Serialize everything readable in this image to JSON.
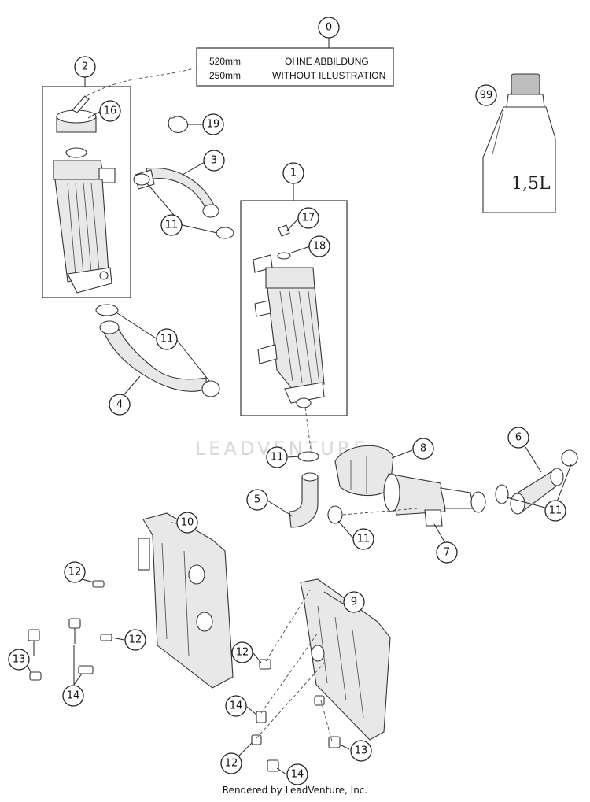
{
  "note": {
    "callout": "0",
    "lines": [
      {
        "length": "520mm",
        "text": "OHNE ABBILDUNG"
      },
      {
        "length": "250mm",
        "text": "WITHOUT ILLUSTRATION"
      }
    ]
  },
  "bottle_label": "1,5L",
  "watermark": "LEADVENTURE",
  "footer": "Rendered by LeadVenture, Inc.",
  "callouts": [
    {
      "id": "c0",
      "label": "0"
    },
    {
      "id": "c2",
      "label": "2"
    },
    {
      "id": "c16",
      "label": "16"
    },
    {
      "id": "c19",
      "label": "19"
    },
    {
      "id": "c3",
      "label": "3"
    },
    {
      "id": "c99",
      "label": "99"
    },
    {
      "id": "c1",
      "label": "1"
    },
    {
      "id": "c17",
      "label": "17"
    },
    {
      "id": "c18",
      "label": "18"
    },
    {
      "id": "c11a",
      "label": "11"
    },
    {
      "id": "c11b",
      "label": "11"
    },
    {
      "id": "c4",
      "label": "4"
    },
    {
      "id": "c11c",
      "label": "11"
    },
    {
      "id": "c8",
      "label": "8"
    },
    {
      "id": "c6",
      "label": "6"
    },
    {
      "id": "c5",
      "label": "5"
    },
    {
      "id": "c11d",
      "label": "11"
    },
    {
      "id": "c11e",
      "label": "11"
    },
    {
      "id": "c7",
      "label": "7"
    },
    {
      "id": "c10",
      "label": "10"
    },
    {
      "id": "c12a",
      "label": "12"
    },
    {
      "id": "c9",
      "label": "9"
    },
    {
      "id": "c12b",
      "label": "12"
    },
    {
      "id": "c13a",
      "label": "13"
    },
    {
      "id": "c14a",
      "label": "14"
    },
    {
      "id": "c12c",
      "label": "12"
    },
    {
      "id": "c14b",
      "label": "14"
    },
    {
      "id": "c13b",
      "label": "13"
    },
    {
      "id": "c12d",
      "label": "12"
    },
    {
      "id": "c14c",
      "label": "14"
    }
  ]
}
